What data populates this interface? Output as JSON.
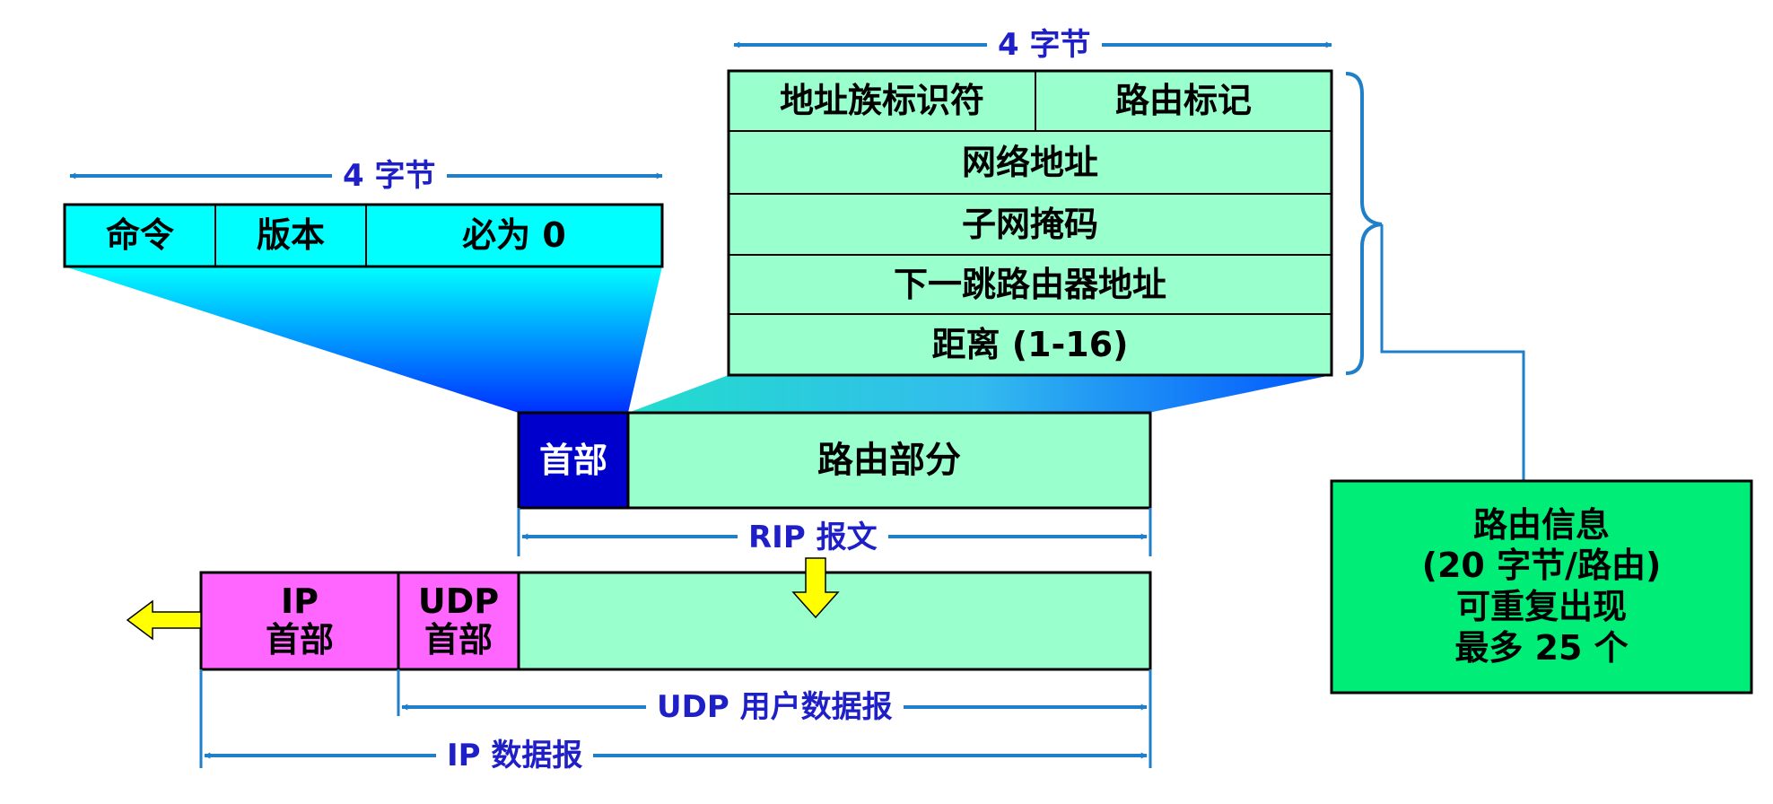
{
  "header_field": {
    "width_label": "4 字节",
    "fields": [
      "命令",
      "版本",
      "必为 0"
    ]
  },
  "route_entry": {
    "width_label": "4 字节",
    "address_family": "地址族标识符",
    "route_tag": "路由标记",
    "network_address": "网络地址",
    "subnet_mask": "子网掩码",
    "next_hop": "下一跳路由器地址",
    "distance": "距离 (1-16)"
  },
  "rip_message": {
    "header": "首部",
    "routing_part": "路由部分",
    "span_label": "RIP 报文"
  },
  "ip_datagram": {
    "ip_header": "IP\n首部",
    "udp_header": "UDP\n首部",
    "udp_span_label": "UDP 用户数据报",
    "ip_span_label": "IP 数据报"
  },
  "route_info_note": {
    "lines": [
      "路由信息",
      "(20 字节/路由)",
      "可重复出现",
      "最多 25 个"
    ]
  },
  "colors": {
    "cyan": "#00ffff",
    "light_green": "#99ffcc",
    "dark_blue": "#0000cc",
    "magenta": "#ff66ff",
    "note_green": "#00ee77",
    "line_blue": "#1f7fc8",
    "label_blue": "#1f1fc8",
    "arrow_yellow": "#ffff00"
  }
}
